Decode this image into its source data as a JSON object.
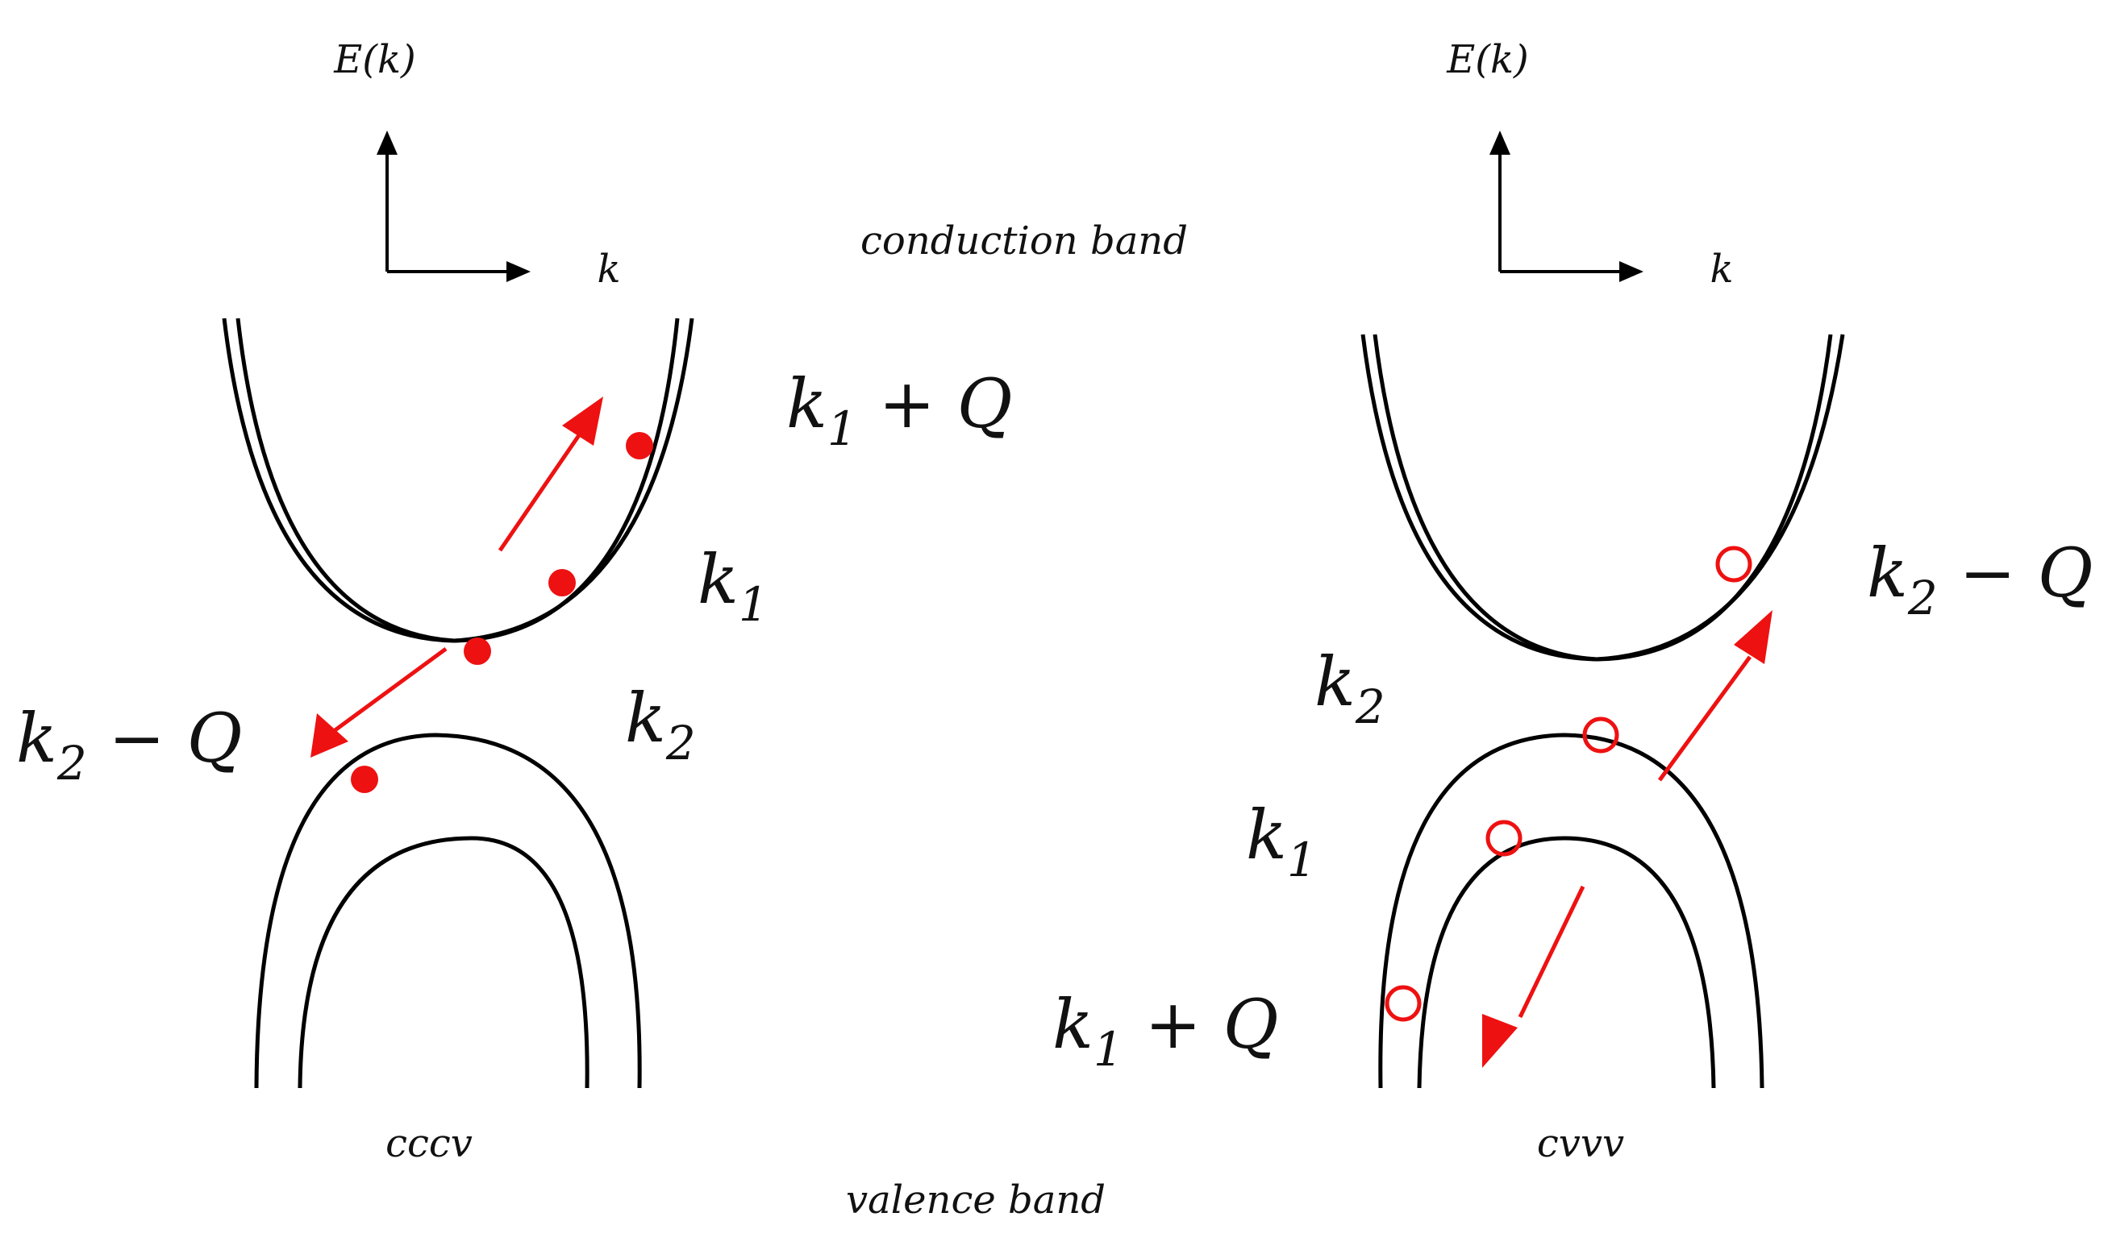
{
  "axes": {
    "y_label": "E(k)",
    "x_label": "k"
  },
  "band_labels": {
    "conduction": "conduction band",
    "valence": "valence band"
  },
  "left_panel": {
    "name": "cccv",
    "labels": {
      "k1_plus_q": {
        "k": "k",
        "sub": "1",
        "rest": " + Q"
      },
      "k1": {
        "k": "k",
        "sub": "1",
        "rest": ""
      },
      "k2": {
        "k": "k",
        "sub": "2",
        "rest": ""
      },
      "k2_minus_q": {
        "k": "k",
        "sub": "2",
        "rest": " − Q"
      }
    }
  },
  "right_panel": {
    "name": "cvvv",
    "labels": {
      "k2_minus_q": {
        "k": "k",
        "sub": "2",
        "rest": " − Q"
      },
      "k2": {
        "k": "k",
        "sub": "2",
        "rest": ""
      },
      "k1": {
        "k": "k",
        "sub": "1",
        "rest": ""
      },
      "k1_plus_q": {
        "k": "k",
        "sub": "1",
        "rest": " + Q"
      }
    }
  },
  "colors": {
    "curve": "#000000",
    "transition": "#ee1111"
  }
}
